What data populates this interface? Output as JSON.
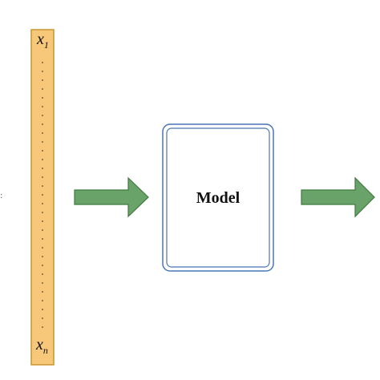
{
  "input_vector": {
    "first_label": {
      "base": "x",
      "sub": "1"
    },
    "last_label": {
      "base": "x",
      "sub": "n"
    },
    "fill_color": "#f7c77a",
    "border_color": "#c8962e"
  },
  "model": {
    "label": "Model",
    "border_color": "#4a74b8"
  },
  "arrows": {
    "fill_color": "#6aa36a",
    "border_color": "#3f7a3f"
  }
}
